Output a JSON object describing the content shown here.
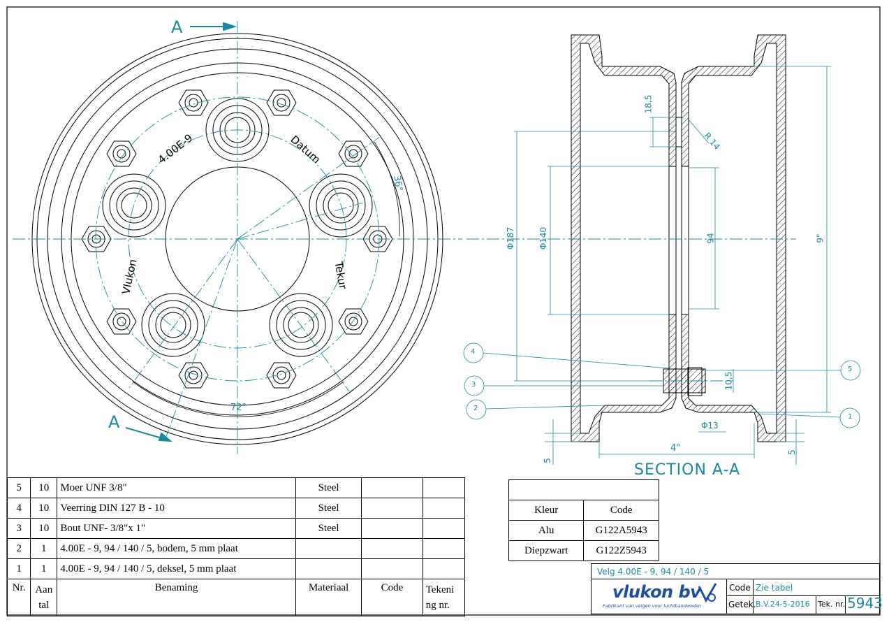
{
  "section_markers": {
    "top": "A",
    "bottom": "A"
  },
  "front_view": {
    "rim_text": [
      "4.00E-9",
      "Datum",
      "Vlukon",
      "Tekur"
    ],
    "angle_bolt": "36°",
    "angle_stud": "72°"
  },
  "section_view": {
    "title": "SECTION A-A",
    "dims": {
      "d187": "Φ187",
      "d140": "Φ140",
      "d94": "94",
      "d9in": "9\"",
      "h18_5": "18,5",
      "r14": "R 14",
      "h10_5": "10,5",
      "d13": "Φ13",
      "w4in": "4\"",
      "t5_left": "5",
      "t5_right": "5"
    },
    "balloons": [
      "4",
      "3",
      "2",
      "5",
      "1"
    ]
  },
  "parts_list": {
    "rows": [
      {
        "nr": "5",
        "aantal": "10",
        "benaming": "Moer UNF 3/8\"",
        "materiaal": "Steel",
        "code": "",
        "tekening": ""
      },
      {
        "nr": "4",
        "aantal": "10",
        "benaming": "Veerring DIN 127 B - 10",
        "materiaal": "Steel",
        "code": "",
        "tekening": ""
      },
      {
        "nr": "3",
        "aantal": "10",
        "benaming": "Bout UNF- 3/8\"x 1\"",
        "materiaal": "Steel",
        "code": "",
        "tekening": ""
      },
      {
        "nr": "2",
        "aantal": "1",
        "benaming": "4.00E - 9,  94 / 140 / 5,  bodem,  5 mm plaat",
        "materiaal": "",
        "code": "",
        "tekening": ""
      },
      {
        "nr": "1",
        "aantal": "1",
        "benaming": "4.00E - 9,  94 / 140 / 5,  deksel,  5 mm plaat",
        "materiaal": "",
        "code": "",
        "tekening": ""
      }
    ],
    "headers": {
      "nr": "Nr.",
      "aantal_1": "Aan",
      "aantal_2": "tal",
      "benaming": "Benaming",
      "materiaal": "Materiaal",
      "code": "Code",
      "tekening_1": "Tekeni",
      "tekening_2": "ng nr."
    }
  },
  "color_table": {
    "headers": {
      "kleur": "Kleur",
      "code": "Code"
    },
    "rows": [
      {
        "kleur": "Alu",
        "code": "G122A5943"
      },
      {
        "kleur": "Diepzwart",
        "code": "G122Z5943"
      }
    ]
  },
  "title_block": {
    "title": "Velg 4.00E - 9,  94 / 140 / 5",
    "company": "vlukon bv",
    "tagline": "Fabrikant van velgen voor luchtbandwielen",
    "code_label": "Code",
    "code_value": "Zie tabel",
    "getek_label": "Getek.",
    "getek_value": "B.V.24-5-2016",
    "teknr_label": "Tek. nr.",
    "teknr_value": "5943"
  },
  "colors": {
    "centerline": "#1a8a9a",
    "line": "#000000",
    "logo": "#1f4fa0"
  }
}
